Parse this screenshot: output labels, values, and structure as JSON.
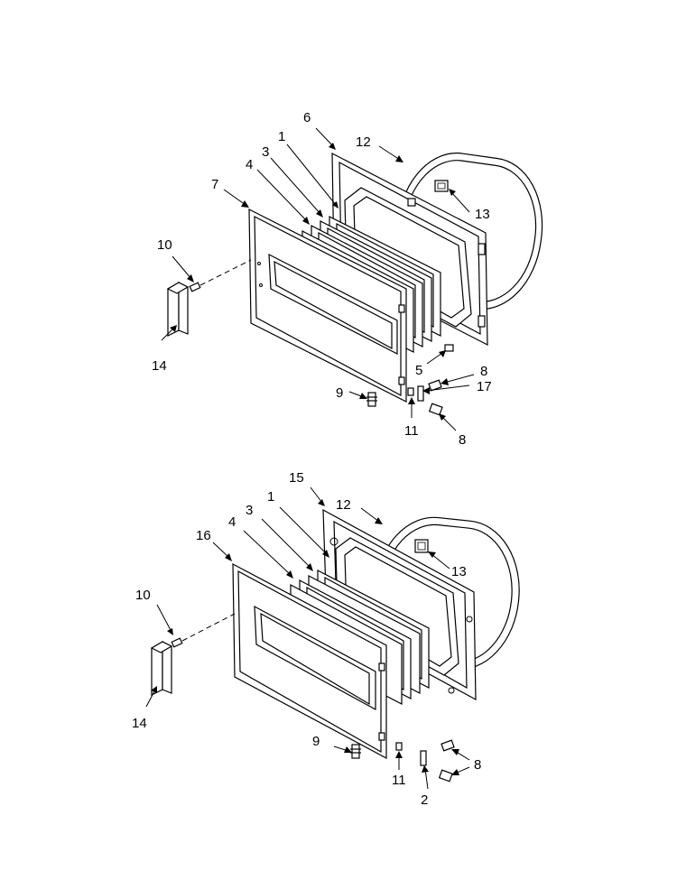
{
  "diagram": {
    "top": {
      "labels": {
        "l1": "1",
        "l3": "3",
        "l4": "4",
        "l5": "5",
        "l6": "6",
        "l7": "7",
        "l8a": "8",
        "l8b": "8",
        "l9": "9",
        "l10": "10",
        "l11": "11",
        "l12": "12",
        "l13": "13",
        "l14": "14",
        "l17": "17"
      }
    },
    "bottom": {
      "labels": {
        "l1": "1",
        "l2": "2",
        "l3": "3",
        "l4": "4",
        "l8": "8",
        "l9": "9",
        "l10": "10",
        "l11": "11",
        "l12": "12",
        "l13": "13",
        "l14": "14",
        "l15": "15",
        "l16": "16"
      }
    }
  }
}
